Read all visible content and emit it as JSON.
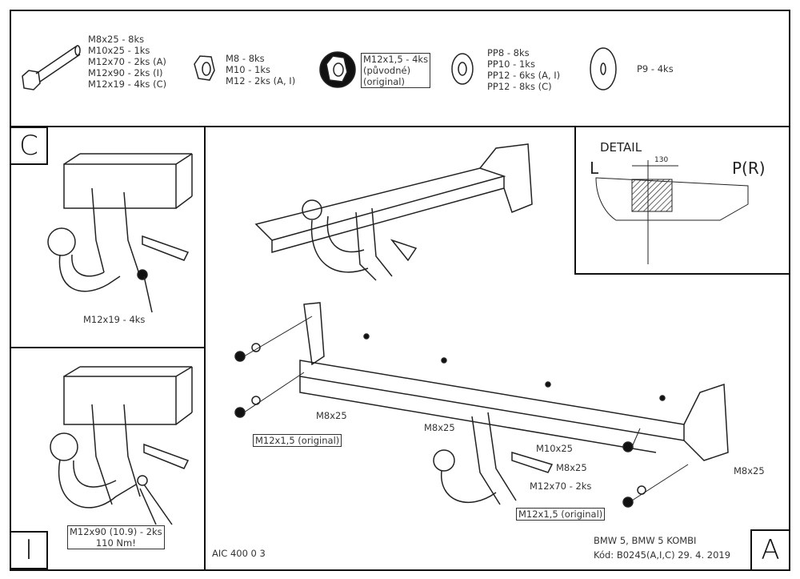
{
  "parts": {
    "bolts": [
      "M8x25 - 8ks",
      "M10x25 - 1ks",
      "M12x70 - 2ks (A)",
      "M12x90 - 2ks (I)",
      "M12x19 - 4ks (C)"
    ],
    "nuts": [
      "M8 - 8ks",
      "M10 - 1ks",
      "M12 - 2ks (A, I)"
    ],
    "flange_nuts": [
      "M12x1,5 - 4ks",
      "(původné)",
      "(original)"
    ],
    "washers": [
      "PP8 - 8ks",
      "PP10 - 1ks",
      "PP12 - 6ks (A, I)",
      "PP12 - 8ks (C)"
    ],
    "large_washer": [
      "P9 - 4ks"
    ]
  },
  "panel_c": {
    "letter": "C",
    "label": "M12x19 - 4ks"
  },
  "panel_i": {
    "letter": "I",
    "label_line1": "M12x90 (10.9) - 2ks",
    "label_line2": "110 Nm!"
  },
  "detail": {
    "title": "DETAIL",
    "left": "L",
    "right": "P(R)",
    "dimension": "130"
  },
  "panel_a": {
    "letter": "A",
    "labels": {
      "m8x25_a": "M8x25",
      "m8x25_b": "M8x25",
      "m8x25_c": "M8x25",
      "m8x25_d": "M8x25",
      "m10x25": "M10x25",
      "m12x70": "M12x70 - 2ks",
      "orig_left": "M12x1,5 (original)",
      "orig_right": "M12x1,5 (original)"
    }
  },
  "footer": {
    "code_left": "AIC 400 0 3",
    "vehicle": "BMW 5, BMW 5 KOMBI",
    "code": "Kód: B0245(A,I,C)  29. 4. 2019"
  }
}
